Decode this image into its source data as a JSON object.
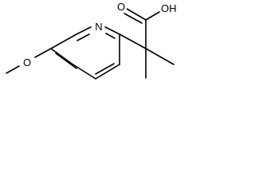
{
  "molecule": {
    "atoms": {
      "ring_nitrogen": "N",
      "methoxy_oxygen": "O",
      "carbonyl_oxygen": "O",
      "hydroxyl": "OH"
    }
  }
}
